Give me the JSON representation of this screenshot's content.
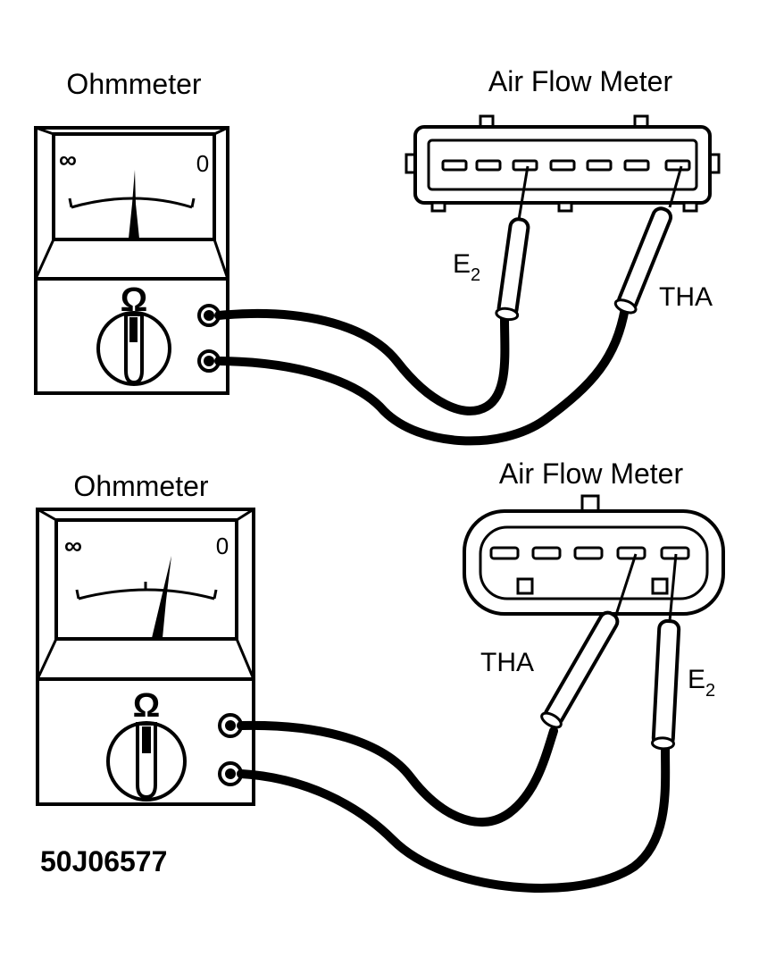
{
  "top_panel": {
    "meter_label": "Ohmmeter",
    "connector_label": "Air Flow Meter",
    "scale_infinity": "∞",
    "scale_zero": "0",
    "ohm_symbol": "Ω",
    "probe_left_label": "E",
    "probe_left_sub": "2",
    "probe_right_label": "THA"
  },
  "bottom_panel": {
    "meter_label": "Ohmmeter",
    "connector_label": "Air Flow Meter",
    "scale_infinity": "∞",
    "scale_zero": "0",
    "ohm_symbol": "Ω",
    "probe_left_label": "THA",
    "probe_right_label": "E",
    "probe_right_sub": "2"
  },
  "figure_id": "50J06577"
}
